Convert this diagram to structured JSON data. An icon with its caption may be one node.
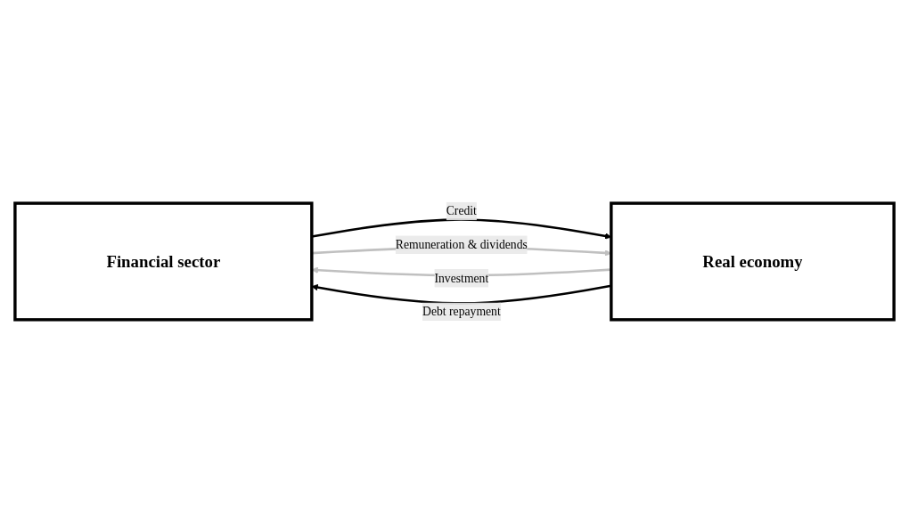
{
  "diagram": {
    "nodes": [
      {
        "text": [
          "Financial sector"
        ]
      },
      {
        "text": [
          "Real economy"
        ]
      }
    ],
    "edges": [
      {
        "from": 0,
        "to": 1,
        "arrow": "to",
        "label": "Credit"
      },
      {
        "from": 0,
        "to": 1,
        "arrow": "to",
        "label": "Remuneration & dividends",
        "color": "#c0c0c0"
      },
      {
        "from": 1,
        "to": 0,
        "arrow": "to",
        "label": "Investment",
        "color": "#c0c0c0"
      },
      {
        "from": 1,
        "to": 0,
        "arrow": "to",
        "label": "Debt repayment"
      }
    ]
  }
}
